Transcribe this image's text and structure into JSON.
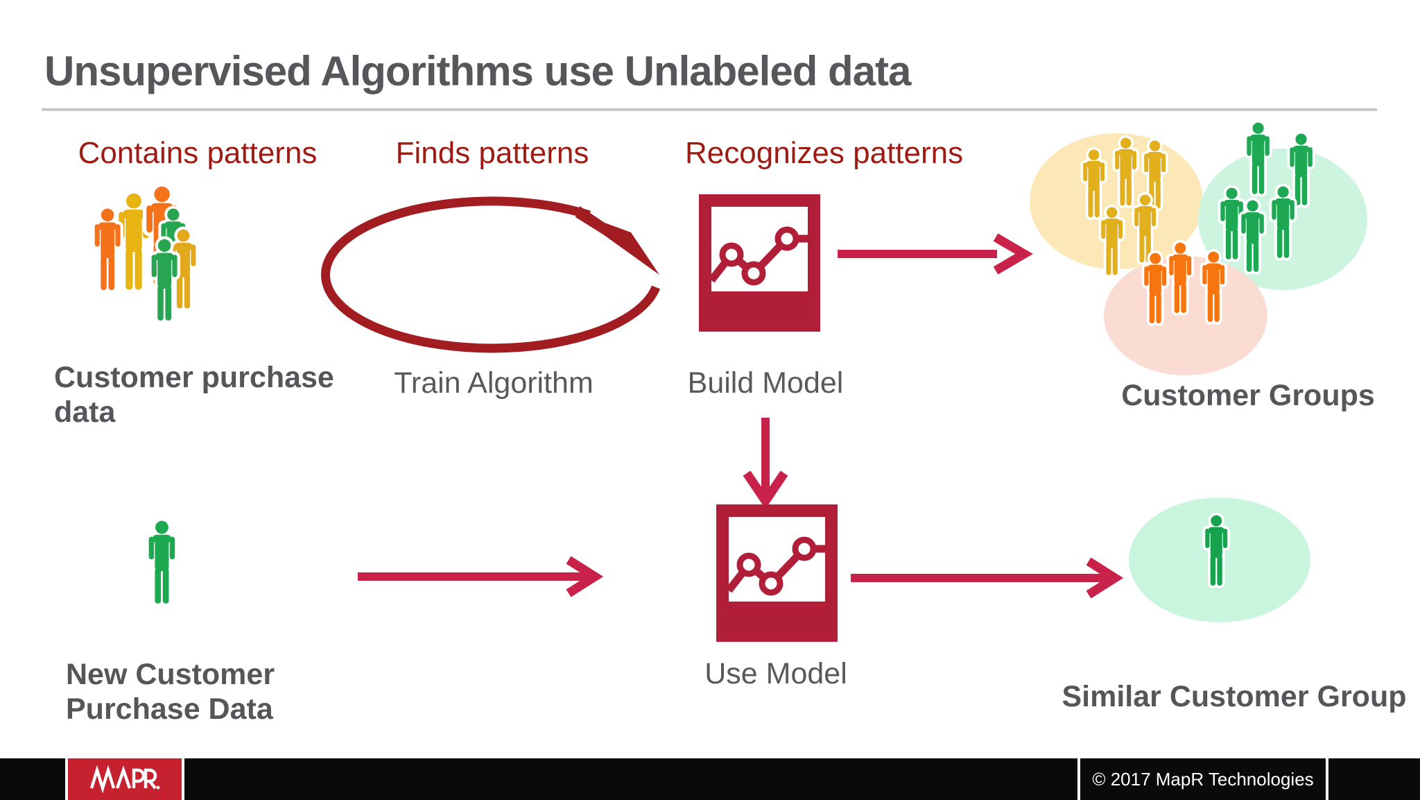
{
  "slide": {
    "title": "Unsupervised Algorithms use Unlabeled data",
    "captions": {
      "contains": "Contains patterns",
      "finds": "Finds patterns",
      "recognizes": "Recognizes patterns"
    },
    "labels": {
      "customer_purchase": "Customer purchase data",
      "train_algorithm": "Train Algorithm",
      "build_model": "Build Model",
      "customer_groups": "Customer Groups",
      "new_customer": "New Customer Purchase Data",
      "use_model": "Use Model",
      "similar_customer_group": "Similar Customer Group"
    },
    "figures": {
      "customer_purchase_crowd": {
        "person_count": 6,
        "person_colors": [
          "#F4731A",
          "#E8B414",
          "#27A551",
          "#E2A91C"
        ]
      },
      "customer_groups_clusters": [
        {
          "name": "gold-cluster",
          "person_count": 5,
          "person_color": "#E2B01C",
          "ellipse_color": "#FBE8B6"
        },
        {
          "name": "green-cluster",
          "person_count": 5,
          "person_color": "#1FA853",
          "ellipse_color": "#CDF4DF"
        },
        {
          "name": "orange-cluster",
          "person_count": 3,
          "person_color": "#F7750F",
          "ellipse_color": "#FBDCD2"
        }
      ],
      "new_customer_person_color": "#1DA94F",
      "similar_group": {
        "person_count": 1,
        "person_color": "#17A34E",
        "ellipse_color": "#C9F4DD"
      }
    }
  },
  "footer": {
    "logo_text": "MAPR",
    "copyright": "© 2017 MapR Technologies"
  },
  "colors": {
    "title_text": "#56575A",
    "caption_red": "#9E1B13",
    "arrow_red": "#C9224A",
    "icon_maroon": "#B11E37",
    "train_circle_red": "#A21D22",
    "footer_bar": "#0A0A0B",
    "mapr_logo_red": "#C5212E",
    "divider_gray": "#C9C9C9"
  }
}
